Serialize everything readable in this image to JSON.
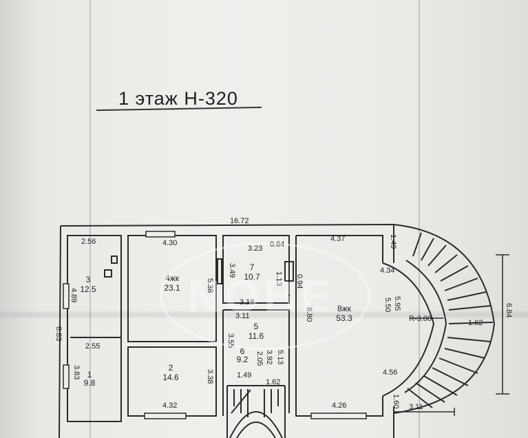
{
  "plan": {
    "title": "1 этаж Н-320",
    "overall_width": "16.72",
    "overall_height_left": "8.83",
    "radius": "R-3.00",
    "stair_width": "6.84",
    "projection": "3.11"
  },
  "rooms": [
    {
      "id": "3",
      "area": "12.5"
    },
    {
      "id": "1",
      "area": "9.8"
    },
    {
      "id": "4жк",
      "area": "23.1"
    },
    {
      "id": "2",
      "area": "14.6"
    },
    {
      "id": "7",
      "area": "10.7"
    },
    {
      "id": "5",
      "area": "11.6"
    },
    {
      "id": "6",
      "area": "9.2"
    },
    {
      "id": "8жк",
      "area": "53.3"
    }
  ],
  "dims": {
    "d256": "2.56",
    "d489": "4.89",
    "d255": "2.55",
    "d383": "3.83",
    "d430": "4.30",
    "d538": "5.38",
    "d432": "4.32",
    "d338": "3.38",
    "d323": "3.23",
    "d064": "0.64",
    "d349": "3.49",
    "d113": "1.13",
    "d094": "0.94",
    "d318": "3.18",
    "d311": "3.11",
    "d355": "3.55",
    "d392": "3.92",
    "d513": "5.13",
    "d205": "2.05",
    "d149": "1.49",
    "d162": "1.62",
    "d437": "4.37",
    "d880": "8.80",
    "d426": "4.26",
    "d149b": "1.49",
    "d434": "4.34",
    "d550": "5.50",
    "d595": "5.95",
    "d162b": "1.62",
    "d456": "4.56",
    "d160": "1.60"
  },
  "watermark": "NOBE"
}
